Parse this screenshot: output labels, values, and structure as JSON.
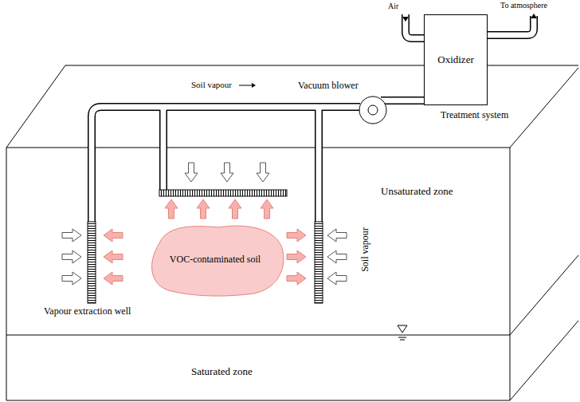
{
  "diagram": {
    "nodes": [
      {
        "text": [
          "Unsaturated zone"
        ]
      },
      {
        "text": [
          "Saturated zone"
        ]
      },
      {
        "text": [
          "VOC-contaminated soil"
        ],
        "in": 0
      },
      {
        "text": [
          "Vacuum blower"
        ]
      },
      {
        "text": [
          "Oxidizer"
        ]
      }
    ],
    "edges": [
      {
        "from": 3,
        "to": 4,
        "arrow": "none"
      }
    ],
    "labels": [
      "Air",
      "To atmosphere",
      "Soil vapour",
      "Treatment system",
      "Soil vapour",
      "Vapour extraction well"
    ]
  }
}
